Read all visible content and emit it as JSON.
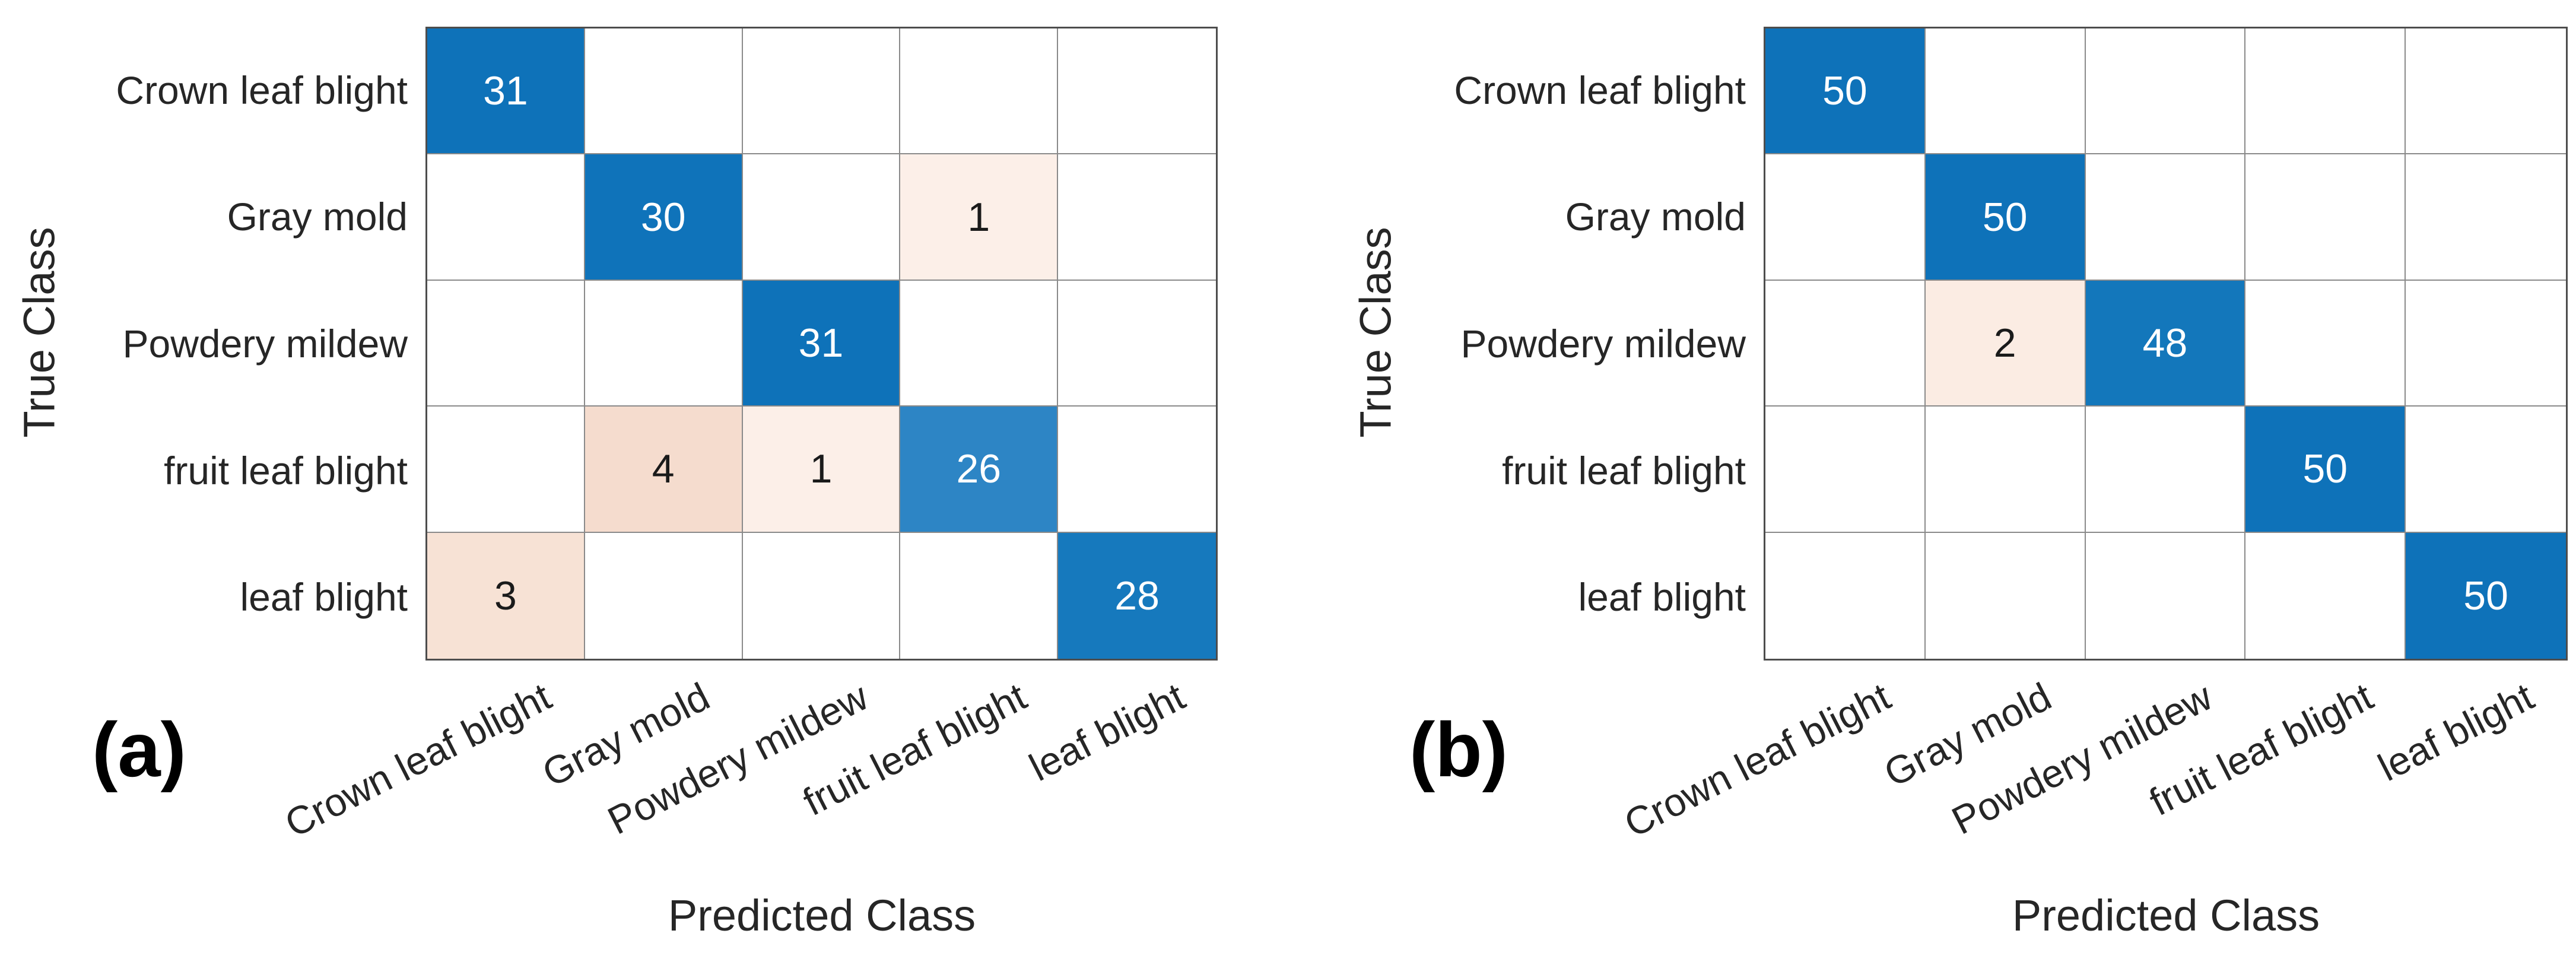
{
  "figure": {
    "type": "confusion-matrix-pair",
    "background": "#ffffff",
    "colors": {
      "diagonal_full_blue": "#0e72b9",
      "grid_line": "#8a8a8a",
      "grid_border": "#4d4d4d",
      "label_text": "#262626",
      "cell_text_on_blue": "#ffffff",
      "cell_text_on_peach": "#1a1a1a"
    }
  },
  "chart_data": [
    {
      "type": "heatmap",
      "subtype": "confusion-matrix",
      "panel": "(a)",
      "xlabel": "Predicted Class",
      "ylabel": "True Class",
      "categories": [
        "Crown leaf blight",
        "Gray mold",
        "Powdery mildew",
        "fruit leaf blight",
        "leaf blight"
      ],
      "matrix": [
        [
          31,
          0,
          0,
          0,
          0
        ],
        [
          0,
          30,
          0,
          1,
          0
        ],
        [
          0,
          0,
          31,
          0,
          0
        ],
        [
          0,
          4,
          1,
          26,
          0
        ],
        [
          3,
          0,
          0,
          0,
          28
        ]
      ],
      "cells": [
        {
          "r": 0,
          "c": 0,
          "v": 31,
          "bg": "#0e72b9",
          "fg": "#ffffff"
        },
        {
          "r": 1,
          "c": 1,
          "v": 30,
          "bg": "#0f73ba",
          "fg": "#ffffff"
        },
        {
          "r": 1,
          "c": 3,
          "v": 1,
          "bg": "#fcefe8",
          "fg": "#1a1a1a"
        },
        {
          "r": 2,
          "c": 2,
          "v": 31,
          "bg": "#0e72b9",
          "fg": "#ffffff"
        },
        {
          "r": 3,
          "c": 1,
          "v": 4,
          "bg": "#f5dcce",
          "fg": "#1a1a1a"
        },
        {
          "r": 3,
          "c": 2,
          "v": 1,
          "bg": "#fcefe8",
          "fg": "#1a1a1a"
        },
        {
          "r": 3,
          "c": 3,
          "v": 26,
          "bg": "#2d85c5",
          "fg": "#ffffff"
        },
        {
          "r": 4,
          "c": 0,
          "v": 3,
          "bg": "#f7e2d5",
          "fg": "#1a1a1a"
        },
        {
          "r": 4,
          "c": 4,
          "v": 28,
          "bg": "#1679bd",
          "fg": "#ffffff"
        }
      ]
    },
    {
      "type": "heatmap",
      "subtype": "confusion-matrix",
      "panel": "(b)",
      "xlabel": "Predicted Class",
      "ylabel": "True Class",
      "categories": [
        "Crown leaf blight",
        "Gray mold",
        "Powdery mildew",
        "fruit leaf blight",
        "leaf blight"
      ],
      "matrix": [
        [
          50,
          0,
          0,
          0,
          0
        ],
        [
          0,
          50,
          0,
          0,
          0
        ],
        [
          0,
          2,
          48,
          0,
          0
        ],
        [
          0,
          0,
          0,
          50,
          0
        ],
        [
          0,
          0,
          0,
          0,
          50
        ]
      ],
      "cells": [
        {
          "r": 0,
          "c": 0,
          "v": 50,
          "bg": "#0e72b9",
          "fg": "#ffffff"
        },
        {
          "r": 1,
          "c": 1,
          "v": 50,
          "bg": "#0e72b9",
          "fg": "#ffffff"
        },
        {
          "r": 2,
          "c": 1,
          "v": 2,
          "bg": "#fbece3",
          "fg": "#1a1a1a"
        },
        {
          "r": 2,
          "c": 2,
          "v": 48,
          "bg": "#1377bb",
          "fg": "#ffffff"
        },
        {
          "r": 3,
          "c": 3,
          "v": 50,
          "bg": "#0e72b9",
          "fg": "#ffffff"
        },
        {
          "r": 4,
          "c": 4,
          "v": 50,
          "bg": "#0e72b9",
          "fg": "#ffffff"
        }
      ]
    }
  ]
}
